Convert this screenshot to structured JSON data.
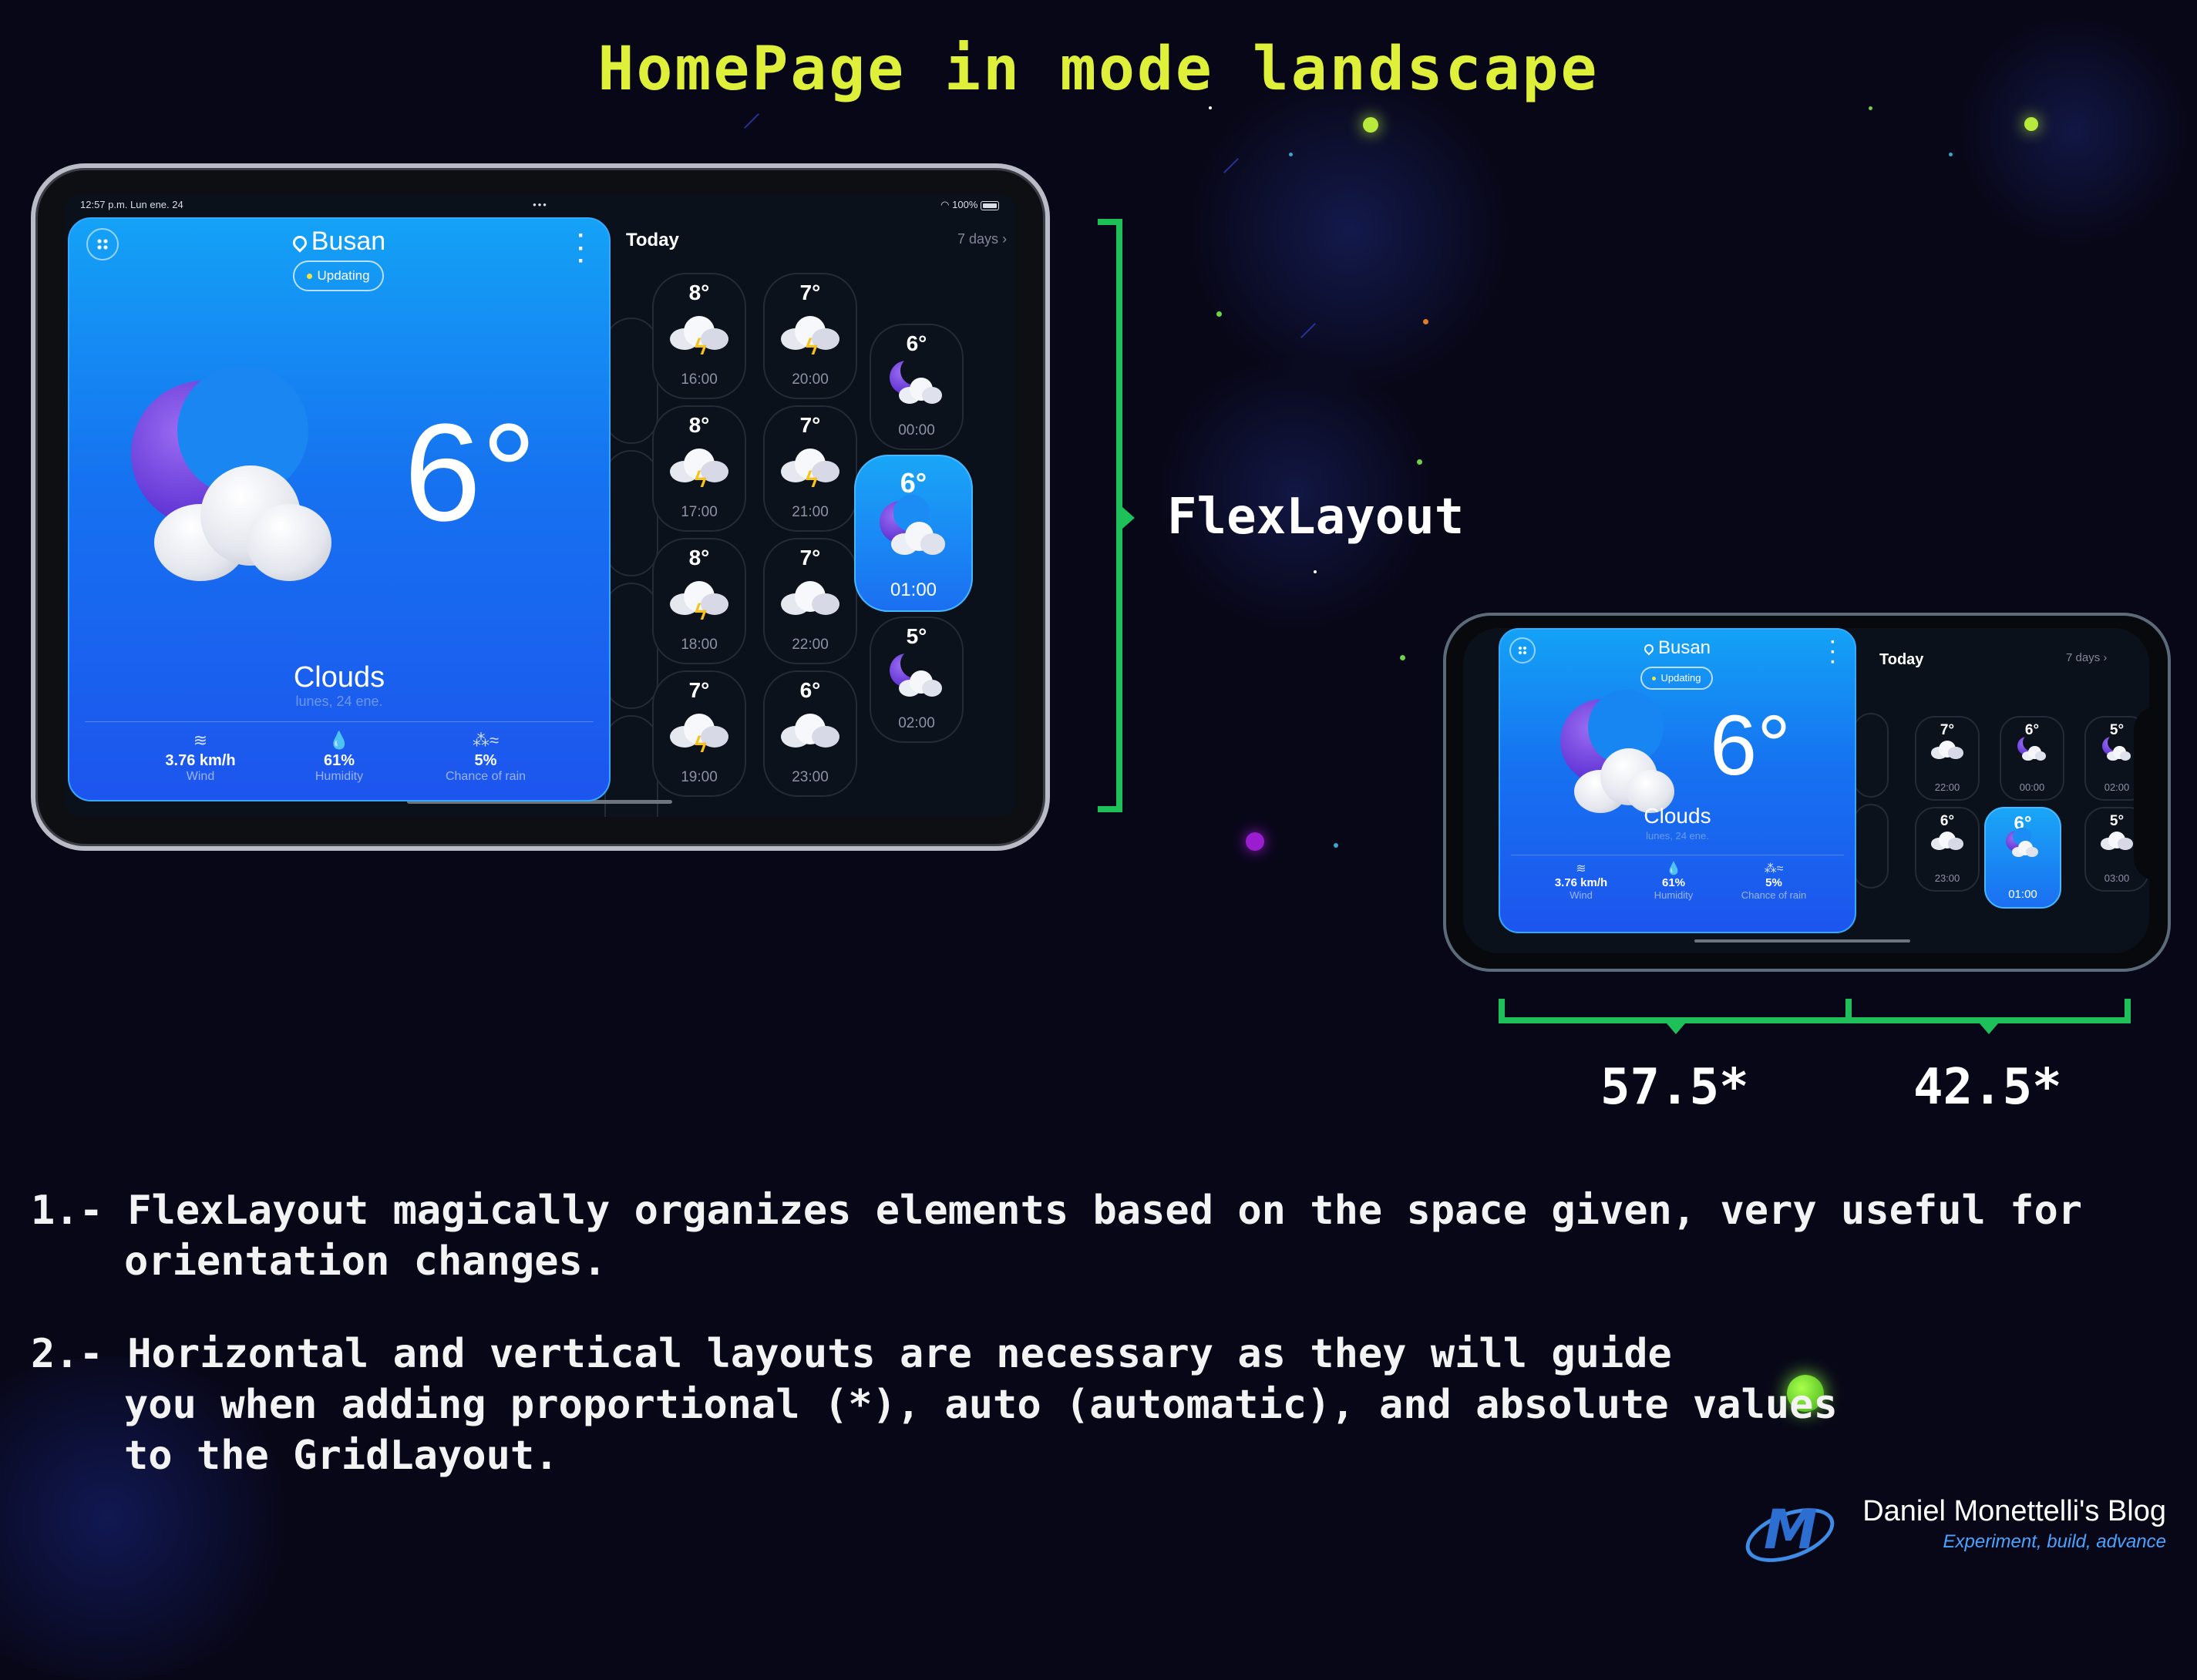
{
  "title": "HomePage in mode landscape",
  "colors": {
    "accent": "#dff03a",
    "bracket": "#1ec05a",
    "card": "#1672f0",
    "brand": "#4aa3ff"
  },
  "tablet": {
    "status": {
      "time": "12:57 p.m.  Lun ene. 24",
      "dots": "•••",
      "battery": "100%"
    },
    "card": {
      "city": "Busan",
      "status": "Updating",
      "temp": "6°",
      "condition": "Clouds",
      "date": "lunes, 24 ene.",
      "stats": [
        {
          "value": "3.76 km/h",
          "label": "Wind",
          "icon": "wind-icon"
        },
        {
          "value": "61%",
          "label": "Humidity",
          "icon": "droplet-icon"
        },
        {
          "value": "5%",
          "label": "Chance of rain",
          "icon": "rain-wind-icon"
        }
      ]
    },
    "today_label": "Today",
    "days_link": "7 days",
    "hours": [
      {
        "temp": "8°",
        "time": "16:00",
        "icon": "storm-icon"
      },
      {
        "temp": "7°",
        "time": "20:00",
        "icon": "storm-icon"
      },
      {
        "temp": "8°",
        "time": "17:00",
        "icon": "storm-icon"
      },
      {
        "temp": "7°",
        "time": "21:00",
        "icon": "storm-icon"
      },
      {
        "temp": "8°",
        "time": "18:00",
        "icon": "storm-icon"
      },
      {
        "temp": "7°",
        "time": "22:00",
        "icon": "cloud-icon"
      },
      {
        "temp": "7°",
        "time": "19:00",
        "icon": "storm-icon"
      },
      {
        "temp": "6°",
        "time": "23:00",
        "icon": "cloud-icon"
      },
      {
        "temp": "6°",
        "time": "00:00",
        "icon": "moon-cloud-icon"
      },
      {
        "temp": "6°",
        "time": "01:00",
        "icon": "moon-cloud-icon",
        "active": true
      },
      {
        "temp": "5°",
        "time": "02:00",
        "icon": "moon-cloud-icon"
      }
    ]
  },
  "phone": {
    "card": {
      "city": "Busan",
      "status": "Updating",
      "temp": "6°",
      "condition": "Clouds",
      "date": "lunes, 24 ene.",
      "stats": [
        {
          "value": "3.76 km/h",
          "label": "Wind"
        },
        {
          "value": "61%",
          "label": "Humidity"
        },
        {
          "value": "5%",
          "label": "Chance of rain"
        }
      ]
    },
    "today_label": "Today",
    "days_link": "7 days",
    "hours": [
      {
        "temp": "7°",
        "time": "22:00"
      },
      {
        "temp": "6°",
        "time": "00:00"
      },
      {
        "temp": "5°",
        "time": "02:00"
      },
      {
        "temp": "6°",
        "time": "23:00"
      },
      {
        "temp": "6°",
        "time": "01:00",
        "active": true
      },
      {
        "temp": "5°",
        "time": "03:00"
      }
    ]
  },
  "flex_label": "FlexLayout",
  "ratios": {
    "left": "57.5*",
    "right": "42.5*"
  },
  "notes": [
    {
      "num": "1.-",
      "lines": [
        "FlexLayout magically organizes elements based on the space given, very useful for",
        "orientation changes."
      ]
    },
    {
      "num": "2.-",
      "lines": [
        "Horizontal and vertical layouts are necessary as they will guide",
        "you when adding proportional (*), auto (automatic), and absolute values",
        "to the GridLayout."
      ]
    }
  ],
  "brand": {
    "name": "Daniel Monettelli's Blog",
    "tagline": "Experiment, build, advance",
    "logo_letter": "M"
  }
}
